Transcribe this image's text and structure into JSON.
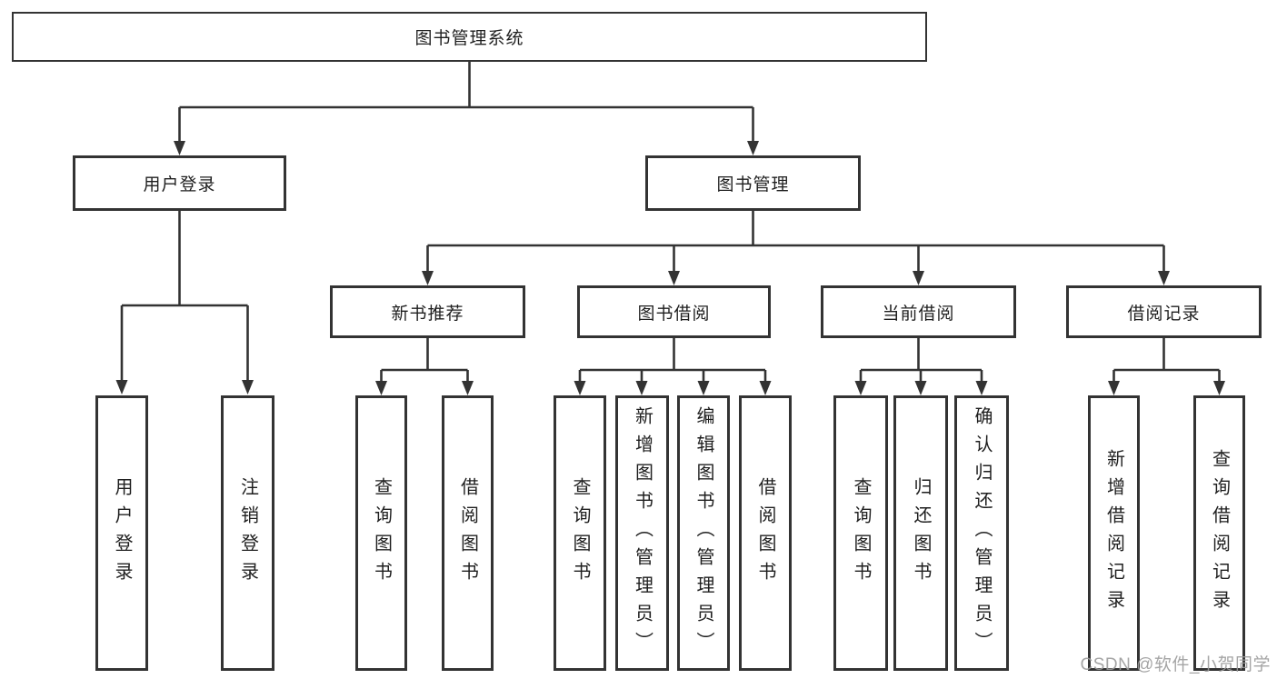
{
  "colors": {
    "line": "#333333",
    "box_border": "#333333",
    "background": "#ffffff",
    "watermark": "#9b9b9b"
  },
  "watermark": {
    "text": "CSDN @软件_小贺同学"
  },
  "tree": {
    "root": {
      "label": "图书管理系统"
    },
    "branches": [
      {
        "label": "用户登录",
        "children": [
          {
            "label": "用户登录"
          },
          {
            "label": "注销登录"
          }
        ]
      },
      {
        "label": "图书管理",
        "children": [
          {
            "label": "新书推荐",
            "children": [
              {
                "label": "查询图书"
              },
              {
                "label": "借阅图书"
              }
            ]
          },
          {
            "label": "图书借阅",
            "children": [
              {
                "label": "查询图书"
              },
              {
                "label": "新增图书（管理员）"
              },
              {
                "label": "编辑图书（管理员）"
              },
              {
                "label": "借阅图书"
              }
            ]
          },
          {
            "label": "当前借阅",
            "children": [
              {
                "label": "查询图书"
              },
              {
                "label": "归还图书"
              },
              {
                "label": "确认归还（管理员）"
              }
            ]
          },
          {
            "label": "借阅记录",
            "children": [
              {
                "label": "新增借阅记录"
              },
              {
                "label": "查询借阅记录"
              }
            ]
          }
        ]
      }
    ]
  }
}
